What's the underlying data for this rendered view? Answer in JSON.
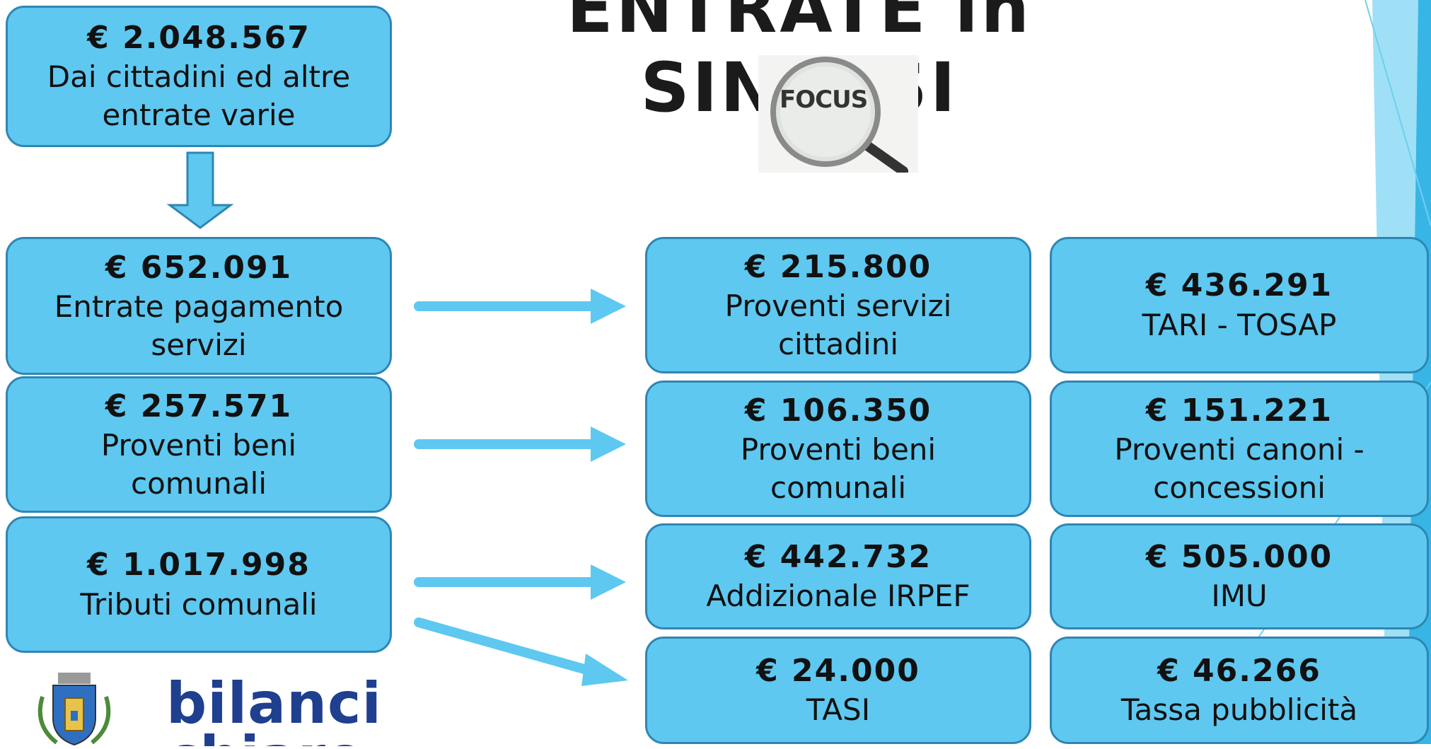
{
  "title": "ENTRATE in SINTESI",
  "focus_badge": "FOCUS",
  "logo": {
    "line1": "bilancio",
    "line2": "chiaro"
  },
  "colors": {
    "box_fill": "#5ec8f0",
    "box_border": "#2f86b3",
    "arrow": "#5ec8f0"
  },
  "top_box": {
    "amount": "€ 2.048.567",
    "label": "Dai cittadini ed altre\nentrate varie"
  },
  "left_boxes": [
    {
      "amount": "€ 652.091",
      "label": "Entrate pagamento\nservizi"
    },
    {
      "amount": "€ 257.571",
      "label": "Proventi beni\ncomunali"
    },
    {
      "amount": "€ 1.017.998",
      "label": "Tributi comunali"
    }
  ],
  "right_boxes": [
    {
      "amount": "€ 215.800",
      "label": "Proventi servizi\ncittadini"
    },
    {
      "amount": "€ 436.291",
      "label": "TARI - TOSAP"
    },
    {
      "amount": "€ 106.350",
      "label": "Proventi beni\ncomunali"
    },
    {
      "amount": "€ 151.221",
      "label": "Proventi canoni -\nconcessioni"
    },
    {
      "amount": "€ 442.732",
      "label": "Addizionale IRPEF"
    },
    {
      "amount": "€ 505.000",
      "label": "IMU"
    },
    {
      "amount": "€ 24.000",
      "label": "TASI"
    },
    {
      "amount": "€ 46.266",
      "label": "Tassa pubblicità"
    }
  ]
}
